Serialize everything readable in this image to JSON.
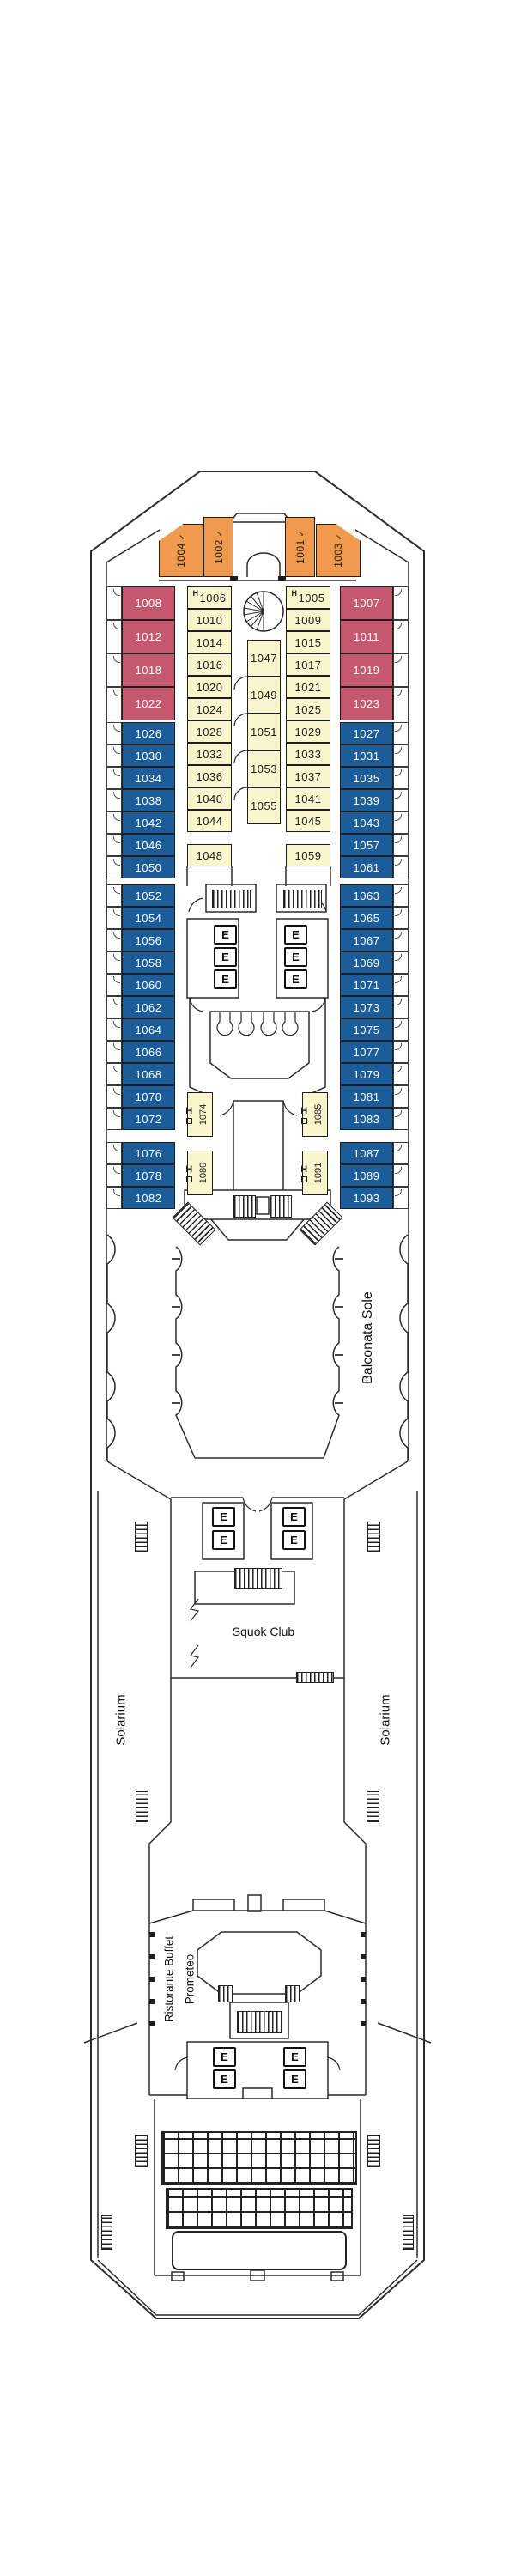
{
  "deck_name": "deck-plan",
  "colors": {
    "suite": "#EF9A4D",
    "premium": "#C4586F",
    "balcony": "#1B5C99",
    "interior": "#F9F5CC",
    "line": "#2B2B2B"
  },
  "symbols": {
    "elevator": "E",
    "accessible": "H",
    "check": "✓"
  },
  "labels": {
    "balconata_sole": "Balconata Sole",
    "squok_club": "Squok Club",
    "solarium_port": "Solarium",
    "solarium_starboard": "Solarium",
    "ristorante_line1": "Ristorante Buffet",
    "ristorante_line2": "Prometeo"
  },
  "cabins": {
    "bow_suites": [
      {
        "number": "1004",
        "check": true
      },
      {
        "number": "1002",
        "check": true
      },
      {
        "number": "1001",
        "check": true
      },
      {
        "number": "1003",
        "check": true
      }
    ],
    "inner_left": [
      {
        "number": "1006",
        "accessible": true
      },
      {
        "number": "1010"
      },
      {
        "number": "1014"
      },
      {
        "number": "1016"
      },
      {
        "number": "1020"
      },
      {
        "number": "1024"
      },
      {
        "number": "1028"
      },
      {
        "number": "1032"
      },
      {
        "number": "1036"
      },
      {
        "number": "1040"
      },
      {
        "number": "1044"
      }
    ],
    "inner_right": [
      {
        "number": "1005",
        "accessible": true
      },
      {
        "number": "1009"
      },
      {
        "number": "1015"
      },
      {
        "number": "1017"
      },
      {
        "number": "1021"
      },
      {
        "number": "1025"
      },
      {
        "number": "1029"
      },
      {
        "number": "1033"
      },
      {
        "number": "1037"
      },
      {
        "number": "1041"
      },
      {
        "number": "1045"
      }
    ],
    "center_column": [
      "1047",
      "1049",
      "1051",
      "1053",
      "1055"
    ],
    "corridor_left": "1048",
    "corridor_right": "1059",
    "outer_left": {
      "premium": [
        "1008",
        "1012",
        "1018",
        "1022"
      ],
      "balcony_fwd": [
        "1026",
        "1030",
        "1034",
        "1038",
        "1042",
        "1046",
        "1050"
      ],
      "balcony_mid": [
        "1052",
        "1054",
        "1056",
        "1058",
        "1060",
        "1062",
        "1064",
        "1066",
        "1068",
        "1070",
        "1072"
      ],
      "balcony_aft": [
        "1076",
        "1078",
        "1082"
      ]
    },
    "outer_right": {
      "premium": [
        "1007",
        "1011",
        "1019",
        "1023"
      ],
      "balcony_fwd": [
        "1027",
        "1031",
        "1035",
        "1039",
        "1043",
        "1057",
        "1061"
      ],
      "balcony_mid": [
        "1063",
        "1065",
        "1067",
        "1069",
        "1071",
        "1073",
        "1075",
        "1077",
        "1079",
        "1081",
        "1083"
      ],
      "balcony_aft": [
        "1087",
        "1089",
        "1093"
      ]
    },
    "accessible_cabins": [
      "1074",
      "1080",
      "1085",
      "1091"
    ]
  }
}
